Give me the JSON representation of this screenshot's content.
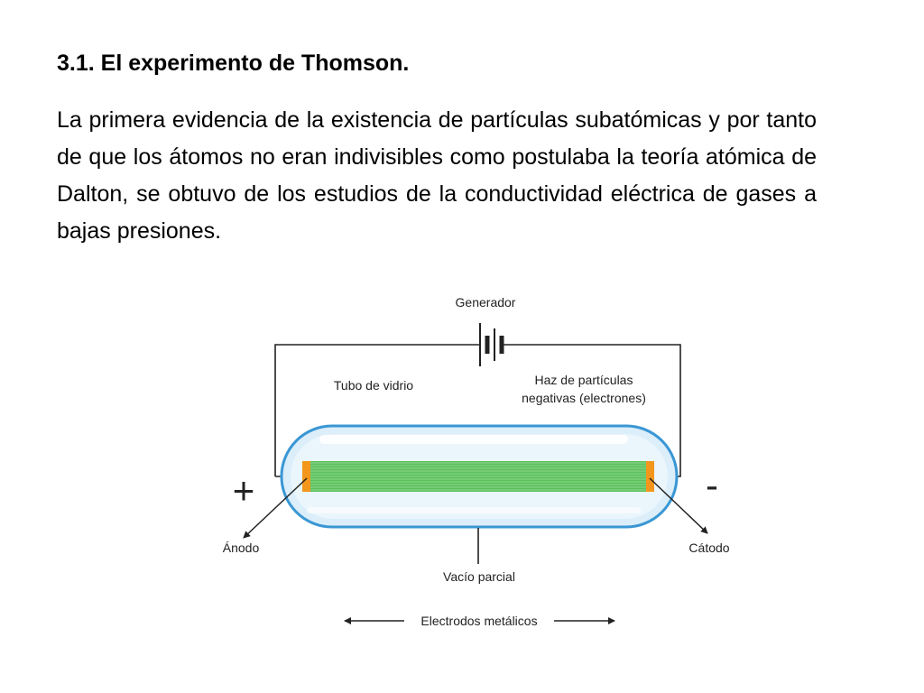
{
  "slide": {
    "title": "3.1. El experimento de Thomson.",
    "paragraph": "La primera evidencia de la existencia de partículas subatómicas y por tanto de que los átomos no eran indivisibles como postulaba la teoría atómica de Dalton, se obtuvo de los estudios de la conductividad eléctrica de gases a bajas presiones."
  },
  "diagram": {
    "labels": {
      "generator": "Generador",
      "glass_tube": "Tubo de vidrio",
      "beam_line1": "Haz de partículas",
      "beam_line2": "negativas (electrones)",
      "plus_sign": "+",
      "minus_sign": "-",
      "anode": "Ánodo",
      "cathode": "Cátodo",
      "partial_vacuum": "Vacío parcial",
      "metal_electrodes": "Electrodos metálicos"
    },
    "colors": {
      "tube_outline": "#3a97d4",
      "tube_fill": "#dbeefa",
      "beam": "#5cc05c",
      "electrode": "#f2961c"
    }
  }
}
